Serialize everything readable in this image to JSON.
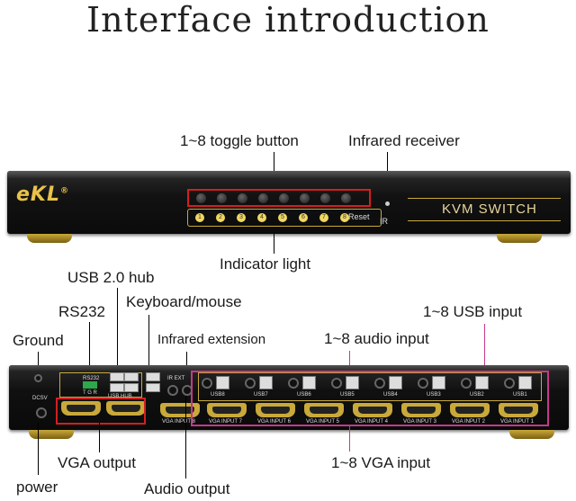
{
  "title": "Interface introduction",
  "labels": {
    "toggle_button": "1~8 toggle button",
    "infrared_receiver": "Infrared receiver",
    "indicator_light": "Indicator light",
    "usb_hub": "USB 2.0 hub",
    "rs232": "RS232",
    "keyboard_mouse": "Keyboard/mouse",
    "usb_input": "1~8 USB input",
    "ground": "Ground",
    "infrared_extension": "Infrared extension",
    "audio_input": "1~8 audio input",
    "vga_output": "VGA output",
    "vga_input": "1~8 VGA input",
    "power": "power",
    "audio_output": "Audio output"
  },
  "device": {
    "brand": "eKL",
    "brand_mark": "®",
    "front_name": "KVM SWITCH",
    "led_numbers": [
      "1",
      "2",
      "3",
      "4",
      "5",
      "6",
      "7",
      "8"
    ],
    "reset_label": "Reset",
    "ir_label": "IR",
    "rear": {
      "rs232_label": "RS232",
      "tgr_label": "T G R",
      "usb_hub_label": "USB HUB",
      "ir_ext_label": "IR EXT",
      "dcsv_label": "DCSV",
      "usb_ports": [
        "USB8",
        "USB7",
        "USB6",
        "USB5",
        "USB4",
        "USB3",
        "USB2",
        "USB1"
      ],
      "vga_inputs": [
        "VGA INPUT 8",
        "VGA INPUT 7",
        "VGA INPUT 6",
        "VGA INPUT 5",
        "VGA INPUT 4",
        "VGA INPUT 3",
        "VGA INPUT 2",
        "VGA INPUT 1"
      ]
    }
  },
  "colors": {
    "gold": "#c9a93a",
    "highlight_red": "#d21f1f",
    "highlight_pink": "#c43a88",
    "panel": "#111111"
  }
}
